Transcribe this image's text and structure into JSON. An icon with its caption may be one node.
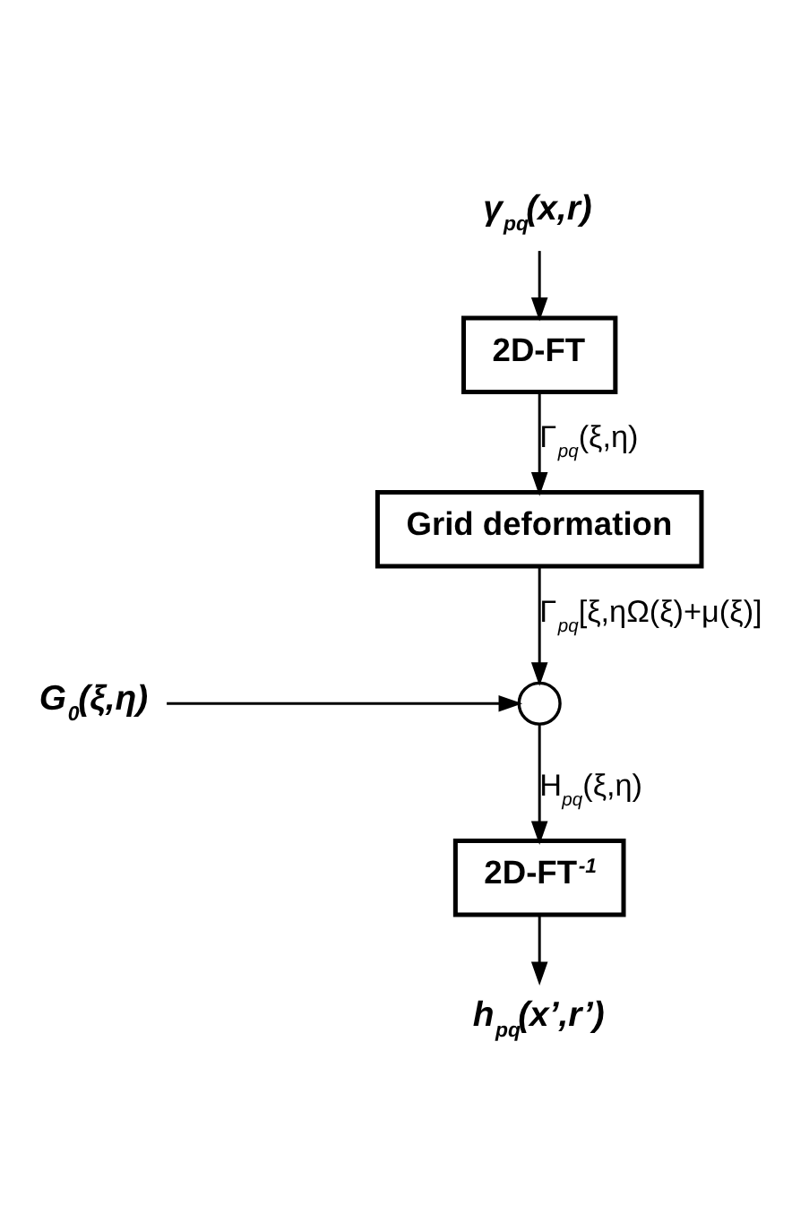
{
  "diagram": {
    "nodes": [
      {
        "text": [
          "γ$_{pq}$(x,r)"
        ]
      },
      {
        "text": [
          "2D-FT"
        ]
      },
      {
        "text": [
          "Grid deformation"
        ]
      },
      {
        "text": [],
        "shape": "circle"
      },
      {
        "text": [
          "G$_{0}$(ξ,η)"
        ]
      },
      {
        "text": [
          "2D-FT$^{-1}$"
        ]
      },
      {
        "text": [
          "h$_{pq}$(x’,r’)"
        ]
      }
    ],
    "edges": [
      {
        "from": 0,
        "to": 1,
        "arrow": "to"
      },
      {
        "from": 1,
        "to": 2,
        "arrow": "to",
        "label": "Γ$_{pq}$(ξ,η)"
      },
      {
        "from": 2,
        "to": 3,
        "arrow": "to",
        "label": "Γ$_{pq}$[ξ,ηΩ(ξ)+μ(ξ)]"
      },
      {
        "from": 4,
        "to": 3,
        "arrow": "to"
      },
      {
        "from": 3,
        "to": 5,
        "arrow": "to",
        "label": "H$_{pq}$(ξ,η)"
      },
      {
        "from": 5,
        "to": 6,
        "arrow": "to"
      }
    ]
  }
}
